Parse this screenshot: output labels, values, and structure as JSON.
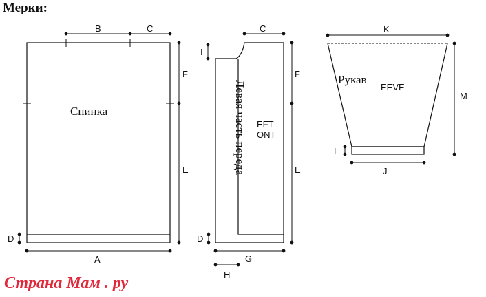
{
  "title": "Мерки:",
  "back": {
    "name": "Спинка"
  },
  "front": {
    "name": "Левая часть переда",
    "overlay_line1": "EFT",
    "overlay_line2": "ONT"
  },
  "sleeve": {
    "name": "Рукав",
    "overlay": "EEVE"
  },
  "labels": {
    "A": "A",
    "B": "B",
    "C": "C",
    "C2": "C",
    "D": "D",
    "D2": "D",
    "E": "E",
    "E2": "E",
    "F": "F",
    "F2": "F",
    "G": "G",
    "H": "H",
    "I": "I",
    "J": "J",
    "K": "K",
    "L": "L",
    "M": "M"
  },
  "watermark": "Страна Мам . ру"
}
